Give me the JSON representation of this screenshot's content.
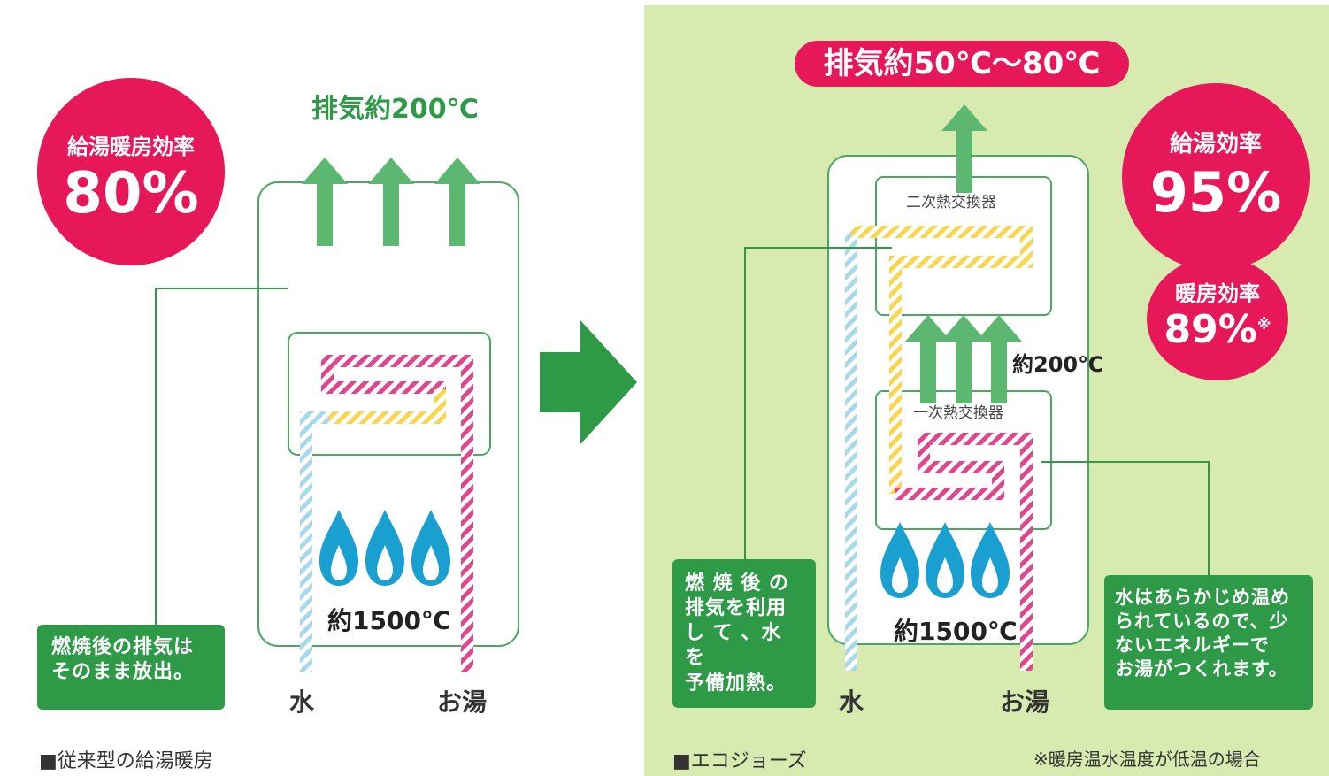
{
  "conventional": {
    "exhaust_label": "排気約200℃",
    "efficiency_title": "給湯暖房効率",
    "efficiency_value": "80%",
    "burner_temp": "約1500℃",
    "water_label": "水",
    "hot_water_label": "お湯",
    "note_lines": [
      "燃焼後の排気は",
      "そのまま放出。"
    ],
    "caption": "■従来型の給湯暖房"
  },
  "ecojozu": {
    "exhaust_label": "排気約50℃〜80℃",
    "hot_water_eff_title": "給湯効率",
    "hot_water_eff_value": "95%",
    "heating_eff_title": "暖房効率",
    "heating_eff_value": "89%",
    "heating_eff_mark": "※",
    "secondary_hx": "二次熱交換器",
    "primary_hx": "一次熱交換器",
    "mid_temp": "約200℃",
    "burner_temp": "約1500℃",
    "water_label": "水",
    "hot_water_label": "お湯",
    "note_left_lines": [
      "燃 焼 後 の",
      "排気を利用",
      "し て 、水 を",
      "予備加熱。"
    ],
    "note_right_lines": [
      "水はあらかじめ温め",
      "られているので、少",
      "ないエネルギーで",
      "お湯がつくれます。"
    ],
    "caption": "■エコジョーズ",
    "footnote": "※暖房温水温度が低温の場合"
  },
  "colors": {
    "green": "#2e9a47",
    "light_green_arrow": "#5cb870",
    "pink": "#e6185a",
    "panel_bg": "#d7eab0",
    "yellow_stripe": "#f2c21e",
    "pink_stripe": "#e04590",
    "blue_stripe": "#9fd3e6",
    "flame": "#1aa0d0"
  },
  "icons": [
    "up-arrow-icon",
    "flame-icon",
    "right-arrow-icon"
  ]
}
